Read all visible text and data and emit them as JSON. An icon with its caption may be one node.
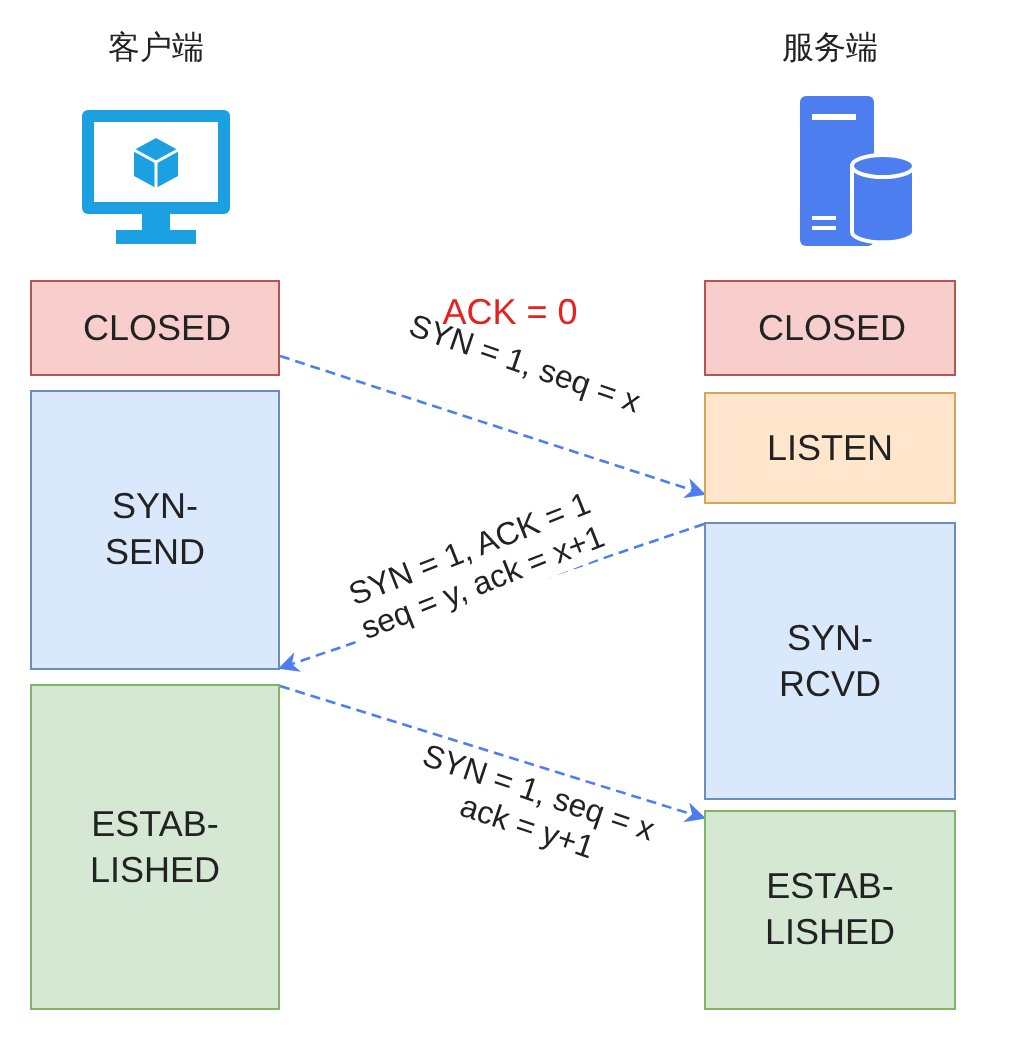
{
  "diagram": {
    "nodes": [
      {
        "text": [
          "CLOSED"
        ]
      },
      {
        "text": [
          "SYN-SEND"
        ]
      },
      {
        "text": [
          "ESTAB-LISHED"
        ]
      },
      {
        "text": [
          "CLOSED"
        ]
      },
      {
        "text": [
          "LISTEN"
        ]
      },
      {
        "text": [
          "SYN-RCVD"
        ]
      },
      {
        "text": [
          "ESTAB-LISHED"
        ]
      }
    ],
    "edges": [
      {
        "from": 0,
        "to": 4,
        "arrow": "to",
        "label": "SYN = 1, seq = x",
        "style": "dashed"
      },
      {
        "from": 5,
        "to": 1,
        "arrow": "to",
        "label": "SYN = 1, ACK = 1 seq = y, ack = x+1",
        "style": "dashed"
      },
      {
        "from": 2,
        "to": 6,
        "arrow": "to",
        "label": "SYN = 1, seq = x ack = y+1",
        "style": "dashed"
      }
    ],
    "labels": [
      "客户端",
      "服务端",
      "ACK = 0"
    ]
  }
}
